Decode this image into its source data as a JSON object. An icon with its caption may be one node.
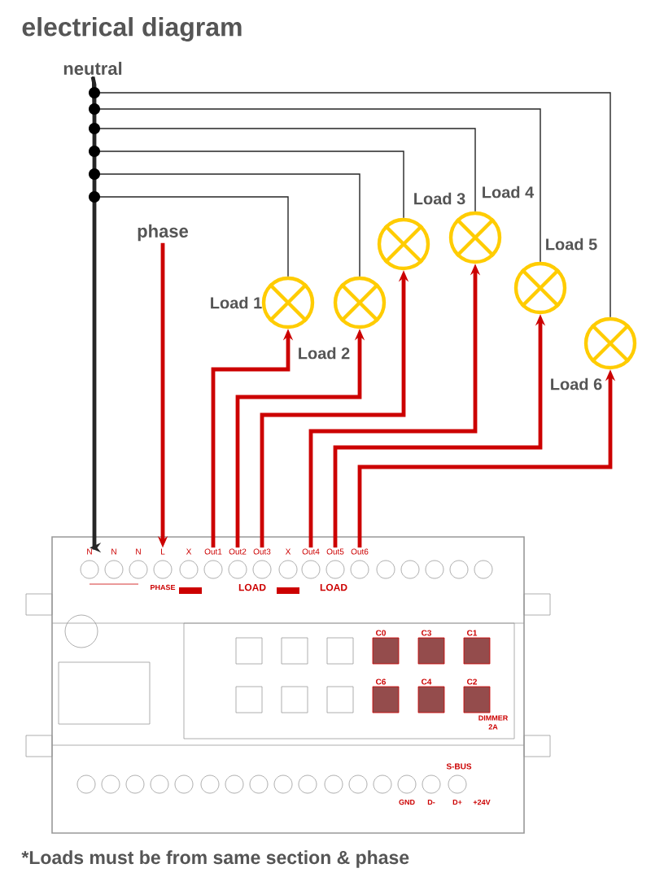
{
  "diagram": {
    "title": "electrical diagram",
    "caption": "*Loads must be from same section & phase",
    "nodes": [
      {
        "text": [
          "neutral"
        ]
      },
      {
        "text": [
          "phase"
        ]
      },
      {
        "text": [
          "Load 1"
        ]
      },
      {
        "text": [
          "Load 2"
        ]
      },
      {
        "text": [
          "Load 3"
        ]
      },
      {
        "text": [
          "Load 4"
        ]
      },
      {
        "text": [
          "Load 5"
        ]
      },
      {
        "text": [
          "Load 6"
        ]
      },
      {
        "text": [],
        "shape": "box"
      },
      {
        "text": [
          "N"
        ],
        "in": 8
      },
      {
        "text": [
          "N"
        ],
        "in": 8
      },
      {
        "text": [
          "N"
        ],
        "in": 8
      },
      {
        "text": [
          "L"
        ],
        "in": 8
      },
      {
        "text": [
          "X"
        ],
        "in": 8
      },
      {
        "text": [
          "Out1"
        ],
        "in": 8
      },
      {
        "text": [
          "Out2"
        ],
        "in": 8
      },
      {
        "text": [
          "Out3"
        ],
        "in": 8
      },
      {
        "text": [
          "X"
        ],
        "in": 8
      },
      {
        "text": [
          "Out4"
        ],
        "in": 8
      },
      {
        "text": [
          "Out5"
        ],
        "in": 8
      },
      {
        "text": [
          "Out6"
        ],
        "in": 8
      }
    ],
    "edges": [
      {
        "from": 0,
        "to": 9,
        "arrow": "to"
      },
      {
        "from": 0,
        "to": 2,
        "arrow": "none"
      },
      {
        "from": 0,
        "to": 3,
        "arrow": "none"
      },
      {
        "from": 0,
        "to": 4,
        "arrow": "none"
      },
      {
        "from": 0,
        "to": 5,
        "arrow": "none"
      },
      {
        "from": 0,
        "to": 6,
        "arrow": "none"
      },
      {
        "from": 0,
        "to": 7,
        "arrow": "none"
      },
      {
        "from": 1,
        "to": 12,
        "arrow": "to",
        "color": "#cc0000"
      },
      {
        "from": 14,
        "to": 2,
        "arrow": "to",
        "color": "#cc0000"
      },
      {
        "from": 15,
        "to": 3,
        "arrow": "to",
        "color": "#cc0000"
      },
      {
        "from": 16,
        "to": 4,
        "arrow": "to",
        "color": "#cc0000"
      },
      {
        "from": 18,
        "to": 5,
        "arrow": "to",
        "color": "#cc0000"
      },
      {
        "from": 19,
        "to": 6,
        "arrow": "to",
        "color": "#cc0000"
      },
      {
        "from": 20,
        "to": 7,
        "arrow": "to",
        "color": "#cc0000"
      }
    ],
    "labels": [
      "PHASE",
      "LOAD",
      "LOAD",
      "C0",
      "C3",
      "C1",
      "C6",
      "C4",
      "C2",
      "DIMMER 2A",
      "S-BUS",
      "GND",
      "D-",
      "D+",
      "+24V"
    ]
  }
}
